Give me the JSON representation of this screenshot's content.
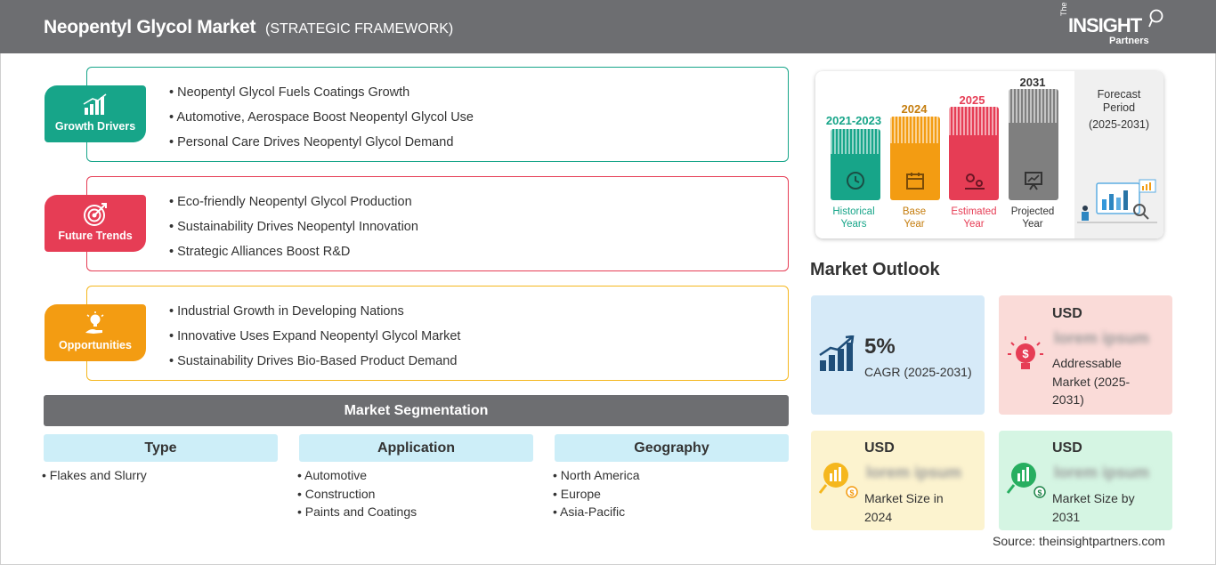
{
  "header": {
    "title": "Neopentyl Glycol Market",
    "subtitle": "(STRATEGIC FRAMEWORK)",
    "logo": {
      "the": "The",
      "insight": "INSIGHT",
      "partners": "Partners"
    }
  },
  "cards": [
    {
      "badge": "Growth Drivers",
      "icon": "growth-chart-icon",
      "color": "#17a589",
      "items": [
        "Neopentyl Glycol Fuels Coatings Growth",
        "Automotive, Aerospace Boost Neopentyl Glycol Use",
        "Personal Care Drives Neopentyl Glycol Demand"
      ]
    },
    {
      "badge": "Future Trends",
      "icon": "target-icon",
      "color": "#e63d55",
      "items": [
        "Eco-friendly Neopentyl Glycol Production",
        "Sustainability Drives Neopentyl Innovation",
        "Strategic Alliances Boost R&D"
      ]
    },
    {
      "badge": "Opportunities",
      "icon": "lightbulb-hand-icon",
      "color": "#f39c12",
      "items": [
        "Industrial Growth in Developing Nations",
        "Innovative Uses Expand Neopentyl Glycol Market",
        "Sustainability Drives Bio-Based Product Demand"
      ]
    }
  ],
  "segmentation": {
    "title": "Market Segmentation",
    "columns": [
      {
        "heading": "Type",
        "items": [
          "Flakes and Slurry"
        ]
      },
      {
        "heading": "Application",
        "items": [
          "Automotive",
          "Construction",
          "Paints and Coatings"
        ]
      },
      {
        "heading": "Geography",
        "items": [
          "North America",
          "Europe",
          "Asia-Pacific"
        ]
      }
    ]
  },
  "timeline": {
    "bars": [
      {
        "year": "2021-2023",
        "caption1": "Historical",
        "caption2": "Years",
        "color": "#17a589",
        "icon": "history-icon"
      },
      {
        "year": "2024",
        "caption1": "Base",
        "caption2": "Year",
        "color": "#f39c12",
        "icon": "calendar-icon"
      },
      {
        "year": "2025",
        "caption1": "Estimated",
        "caption2": "Year",
        "color": "#e63d55",
        "icon": "gears-chart-icon"
      },
      {
        "year": "2031",
        "caption1": "Projected",
        "caption2": "Year",
        "color": "#7f7f7f",
        "icon": "presentation-icon"
      }
    ],
    "forecast": {
      "line1": "Forecast",
      "line2": "Period",
      "line3": "(2025-2031)"
    }
  },
  "outlook": {
    "title": "Market Outlook",
    "cagr": {
      "value": "5%",
      "label": "CAGR (2025-2031)",
      "color": "#d6eaf8"
    },
    "addressable": {
      "usd": "USD",
      "value": "lorem ipsum",
      "label": "Addressable Market (2025-2031)",
      "color": "#fadbd8"
    },
    "size2024": {
      "usd": "USD",
      "value": "lorem ipsum",
      "label": "Market Size in 2024",
      "color": "#fcf3cf"
    },
    "size2031": {
      "usd": "USD",
      "value": "lorem ipsum",
      "label": "Market Size by 2031",
      "color": "#d5f5e3"
    }
  },
  "source": "Source: theinsightpartners.com"
}
